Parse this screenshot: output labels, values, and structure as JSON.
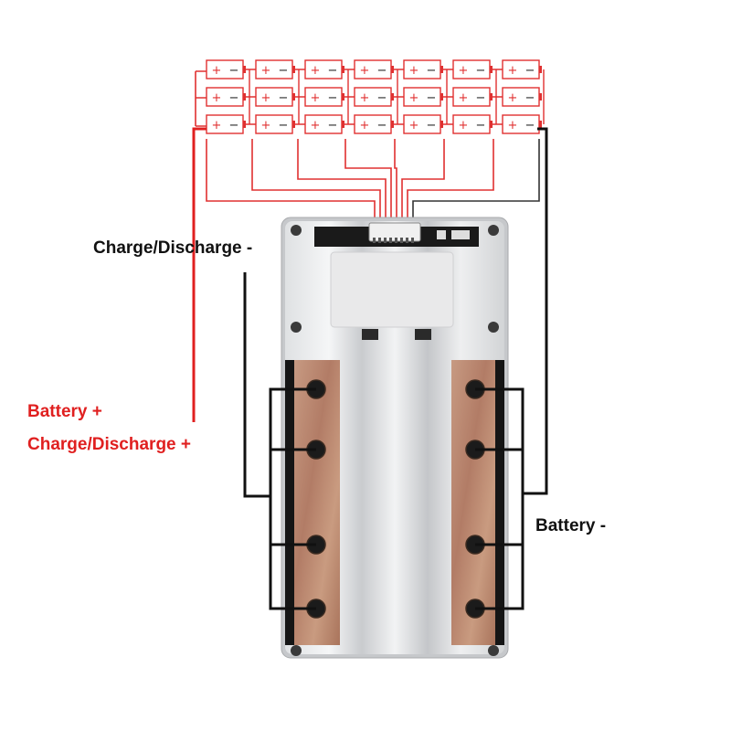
{
  "labels": {
    "charge_discharge_negative": "Charge/Discharge -",
    "battery_positive": "Battery +",
    "charge_discharge_positive": "Charge/Discharge +",
    "battery_negative": "Battery -"
  },
  "cell_polarity": {
    "plus": "+",
    "minus": "−"
  },
  "cell_grid": {
    "rows": 3,
    "columns": 7
  },
  "colors": {
    "positive_wire": "#e02020",
    "negative_wire": "#111111",
    "sense_wire": "#e03030",
    "board": "#c9cbcd",
    "copper_bar": "#b8866a"
  }
}
